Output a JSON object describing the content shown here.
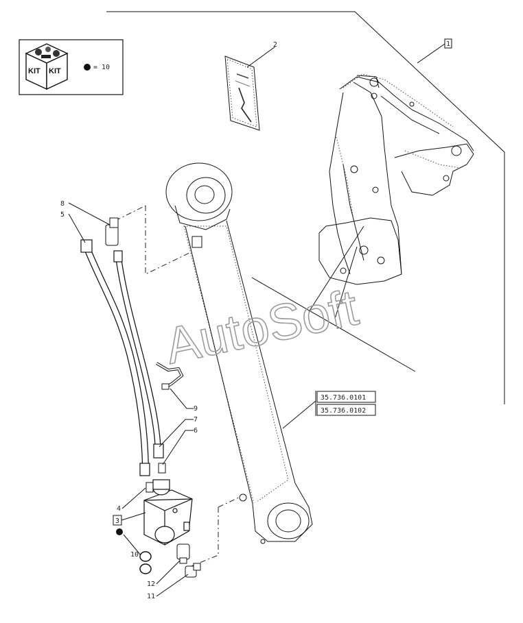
{
  "kit_box": {
    "kit_label_left": "KIT",
    "kit_label_right": "KIT",
    "legend_text": "= 10"
  },
  "watermark": "AutoSoft",
  "references": [
    "35.736.0101",
    "35.736.0102"
  ],
  "callouts": {
    "c1": "1",
    "c2": "2",
    "c3": "3",
    "c4": "4",
    "c5": "5",
    "c6": "6",
    "c7": "7",
    "c8": "8",
    "c9": "9",
    "c10": "10",
    "c11": "11",
    "c12": "12"
  },
  "colors": {
    "ink": "#111111",
    "watermark": "#9a9a9a"
  }
}
